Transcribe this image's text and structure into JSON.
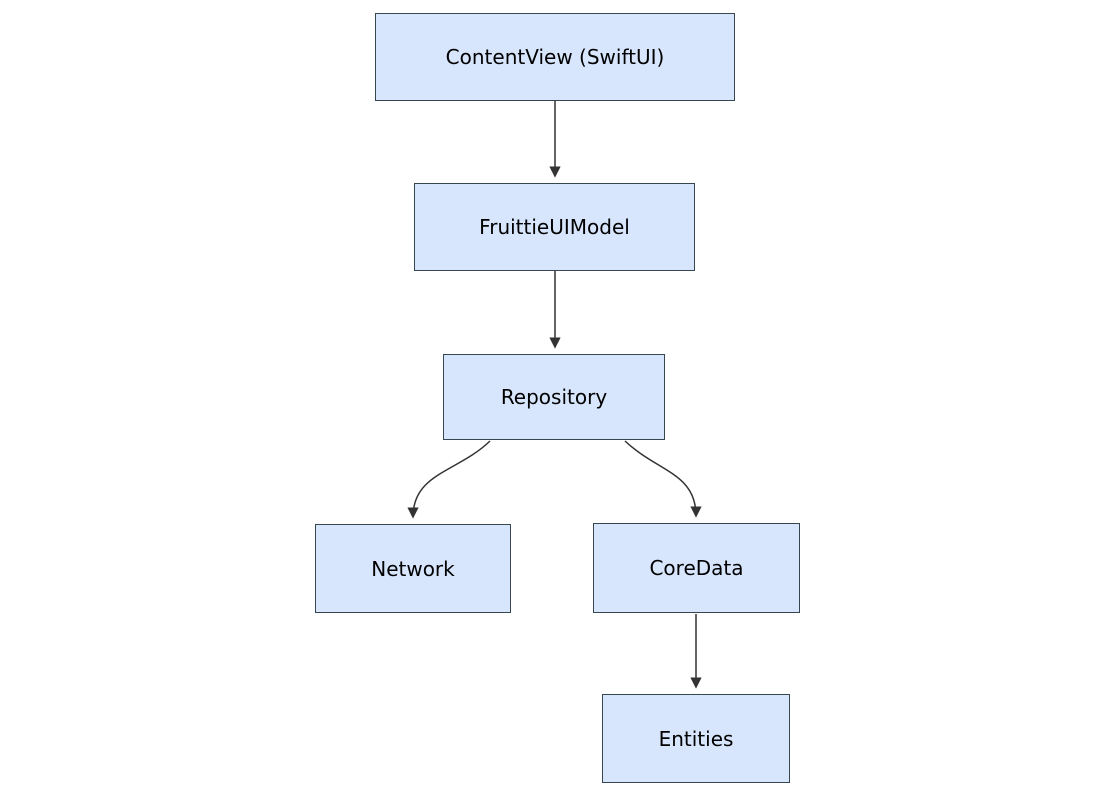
{
  "diagram": {
    "type": "flowchart",
    "direction": "top-down",
    "nodes": [
      {
        "id": "contentview",
        "label": "ContentView (SwiftUI)"
      },
      {
        "id": "fruittieuimodel",
        "label": "FruittieUIModel"
      },
      {
        "id": "repository",
        "label": "Repository"
      },
      {
        "id": "network",
        "label": "Network"
      },
      {
        "id": "coredata",
        "label": "CoreData"
      },
      {
        "id": "entities",
        "label": "Entities"
      }
    ],
    "edges": [
      {
        "from": "ContentView (SwiftUI)",
        "to": "FruittieUIModel"
      },
      {
        "from": "FruittieUIModel",
        "to": "Repository"
      },
      {
        "from": "Repository",
        "to": "Network"
      },
      {
        "from": "Repository",
        "to": "CoreData"
      },
      {
        "from": "CoreData",
        "to": "Entities"
      }
    ],
    "colors": {
      "node_fill": "#d7e6fc",
      "node_border": "#37474f",
      "edge": "#333333",
      "text": "#000000",
      "background": "#ffffff"
    }
  }
}
